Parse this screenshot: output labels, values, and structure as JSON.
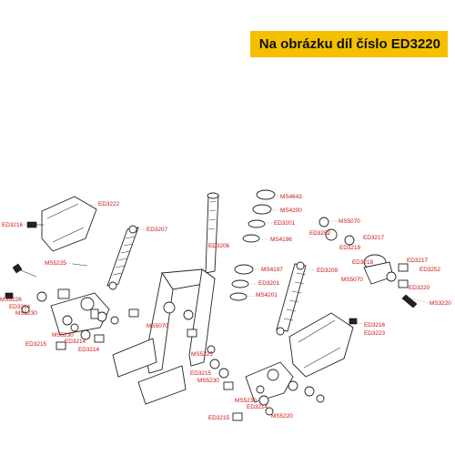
{
  "banner": {
    "text": "Na obrázku díl číslo ED3220"
  },
  "labels": {
    "ED3216_a": "ED3216",
    "ED3222": "ED3222",
    "ED3207": "ED3207",
    "ED3206": "ED3206",
    "MS5225_a": "MS5225",
    "MS5226": "MS5226",
    "ED3214_a": "ED3214",
    "MS5230_a": "MS5230",
    "MS5230_b": "MS5230",
    "ED3214_b": "ED3214",
    "ED3215_a": "ED3215",
    "MS5070_a": "MS5070",
    "MS4643": "MS4643",
    "MS4200": "MS4200",
    "ED3201_a": "ED3201",
    "MS4196": "MS4196",
    "MS4197": "MS4197",
    "ED3201_b": "ED3201",
    "MS4201": "MS4201",
    "ED3209": "ED3209",
    "MS5070_b": "MS5070",
    "ED3252_a": "ED3252",
    "ED3219": "ED3219",
    "ED3217_a": "ED3217",
    "ED3218": "ED3218",
    "ED3217_b": "ED3217",
    "ED3252_b": "ED3252",
    "MS5070_c": "MS5070",
    "ED3220": "ED3220",
    "MS3220": "MS3220",
    "ED3216_b": "ED3216",
    "ED3223": "ED3223",
    "MS5225_b": "MS5225",
    "ED3215_b": "ED3215",
    "MS5230_c": "MS5230",
    "ED3214_c": "ED3214",
    "MS5230_d": "MS5230",
    "ED3214_d": "ED3214",
    "ED3215_c": "ED3215",
    "MS5220": "MS5220"
  },
  "colors": {
    "banner_bg": "#f5c000",
    "label": "#cc1111",
    "line": "#222222"
  }
}
